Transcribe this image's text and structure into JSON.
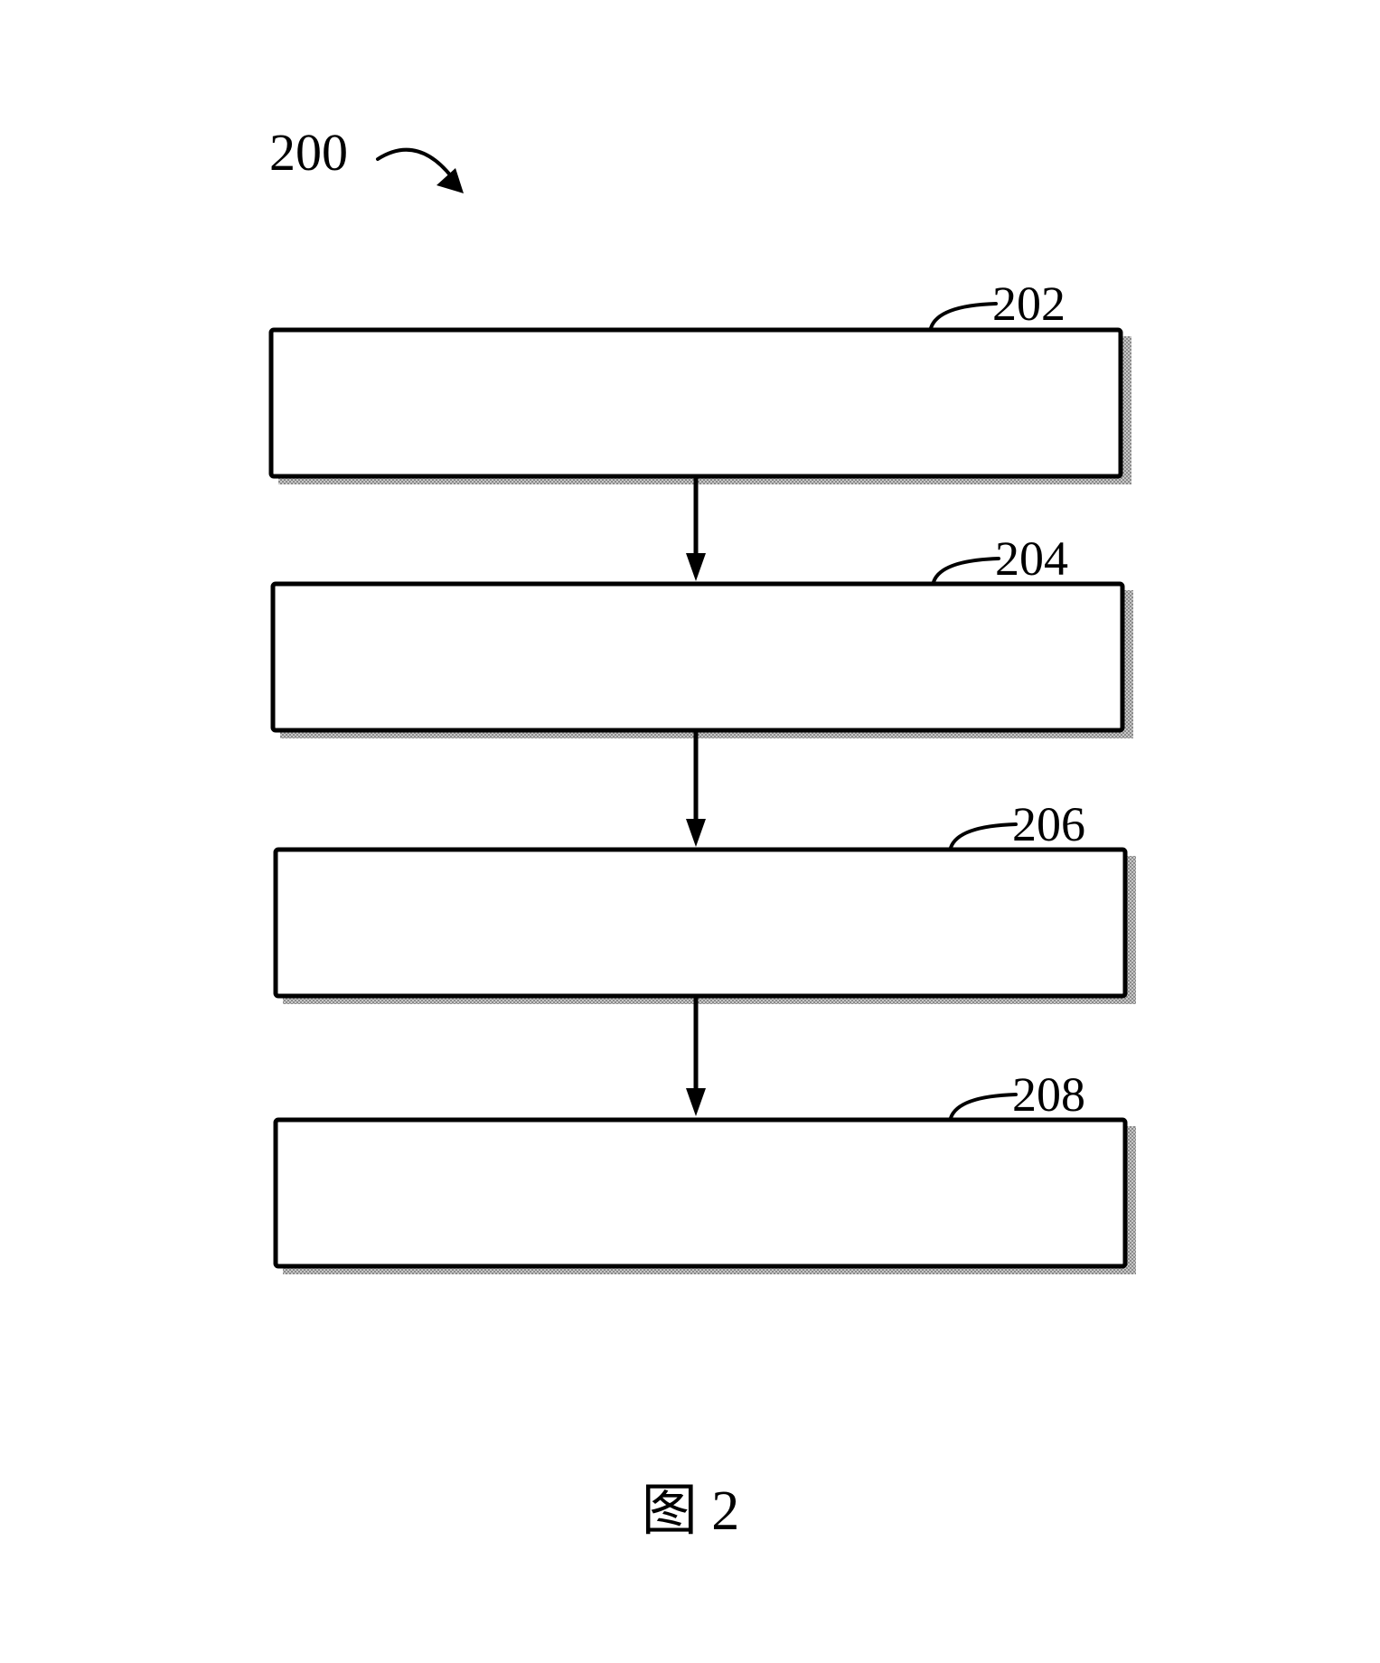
{
  "figure": {
    "reference_number": "200",
    "caption": "图 2"
  },
  "steps": [
    {
      "id": "202",
      "label": "202"
    },
    {
      "id": "204",
      "label": "204"
    },
    {
      "id": "206",
      "label": "206"
    },
    {
      "id": "208",
      "label": "208"
    }
  ],
  "colors": {
    "stroke": "#000000",
    "background": "#ffffff",
    "shadow": "#9a9a9a"
  }
}
